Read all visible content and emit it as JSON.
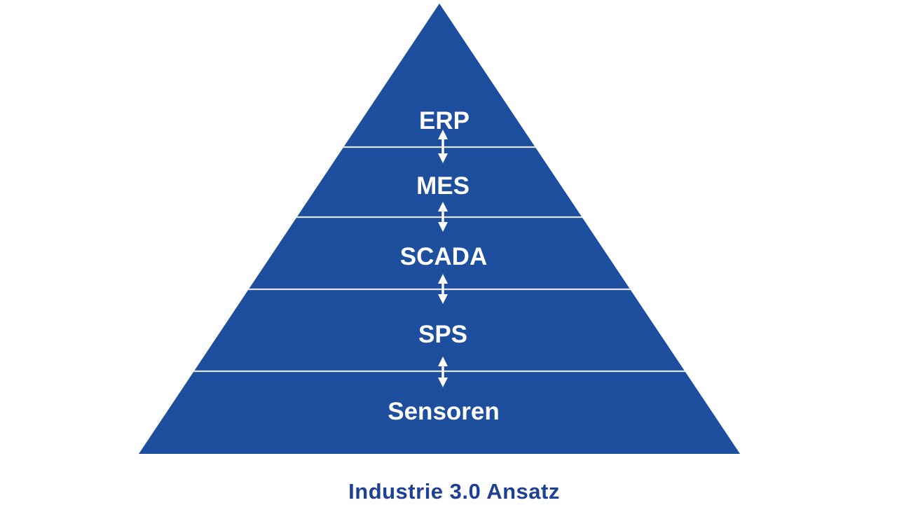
{
  "diagram": {
    "type": "pyramid",
    "caption": "Industrie 3.0 Ansatz",
    "layers": [
      {
        "level": 5,
        "label": "ERP"
      },
      {
        "level": 4,
        "label": "MES"
      },
      {
        "level": 3,
        "label": "SCADA"
      },
      {
        "level": 2,
        "label": "SPS"
      },
      {
        "level": 1,
        "label": "Sensoren"
      }
    ],
    "connectors": [
      {
        "between": "ERP-MES",
        "icon": "bidirectional-arrow-icon"
      },
      {
        "between": "MES-SCADA",
        "icon": "bidirectional-arrow-icon"
      },
      {
        "between": "SCADA-SPS",
        "icon": "bidirectional-arrow-icon"
      },
      {
        "between": "SPS-Sensoren",
        "icon": "bidirectional-arrow-icon"
      }
    ],
    "colors": {
      "pyramid_fill": "#1E4E9E",
      "divider_line": "#E4E4F2",
      "layer_label": "#FFFFFF",
      "caption_text": "#1E4096",
      "background": "#FFFFFF"
    }
  }
}
